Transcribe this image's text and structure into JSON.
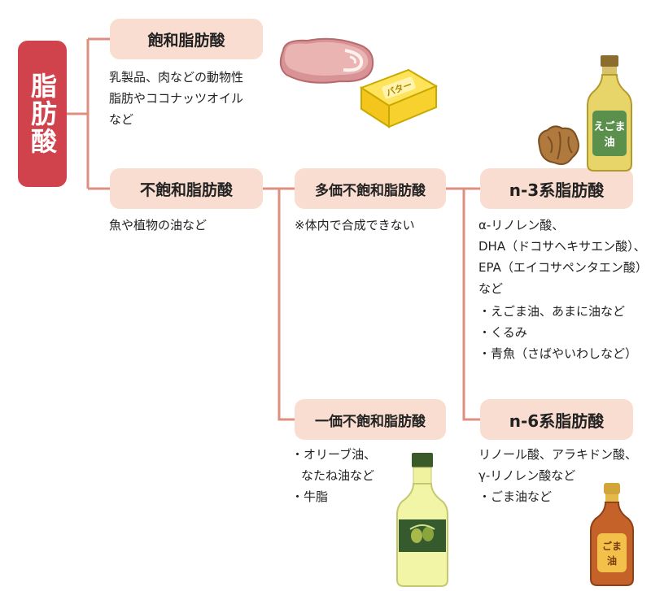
{
  "root": {
    "label": "脂肪酸"
  },
  "saturated": {
    "label": "飽和脂肪酸",
    "desc": [
      "乳製品、肉などの動物性",
      "脂肪やココナッツオイル",
      "など"
    ]
  },
  "unsaturated": {
    "label": "不飽和脂肪酸",
    "desc": [
      "魚や植物の油など"
    ]
  },
  "polyunsaturated": {
    "label": "多価不飽和脂肪酸",
    "note": "※体内で合成できない"
  },
  "monounsaturated": {
    "label": "一価不飽和脂肪酸",
    "desc": [
      "・オリーブ油、",
      "なたね油など",
      "・牛脂"
    ]
  },
  "n3": {
    "label": "n-3系脂肪酸",
    "desc": [
      "α-リノレン酸、",
      "DHA（ドコサヘキサエン酸）、",
      "EPA（エイコサペンタエン酸）",
      "など"
    ],
    "foods": [
      "・えごま油、あまに油など",
      "・くるみ",
      "・青魚（さばやいわしなど）"
    ]
  },
  "n6": {
    "label": "n-6系脂肪酸",
    "desc": [
      "リノール酸、アラキドン酸、",
      "γ-リノレン酸など"
    ],
    "foods": [
      "・ごま油など"
    ]
  },
  "illustrations": {
    "butter_label": "バター",
    "egoma_label": "えごま油",
    "goma_label": "ごま油"
  },
  "colors": {
    "root": "#d1434c",
    "pill": "#f9ddd0",
    "connector": "#dd9080"
  }
}
